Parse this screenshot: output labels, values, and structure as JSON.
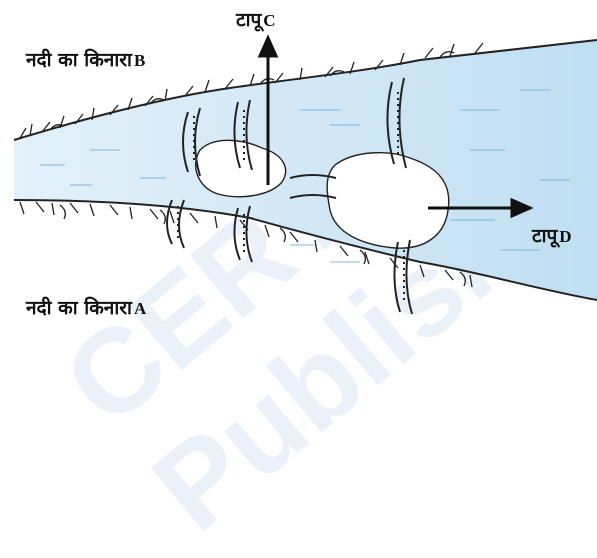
{
  "labels": {
    "bank_b": {
      "text": "नदी का किनारा",
      "letter": "B"
    },
    "bank_a": {
      "text": "नदी का किनारा",
      "letter": "A"
    },
    "island_c": {
      "text": "टापू",
      "letter": "C"
    },
    "island_d": {
      "text": "टापू",
      "letter": "D"
    }
  },
  "colors": {
    "water": "#cfe6f5",
    "water_dark": "#9ccbe8",
    "ink": "#111111",
    "island": "#ffffff"
  },
  "watermark_text": "CERT Published"
}
